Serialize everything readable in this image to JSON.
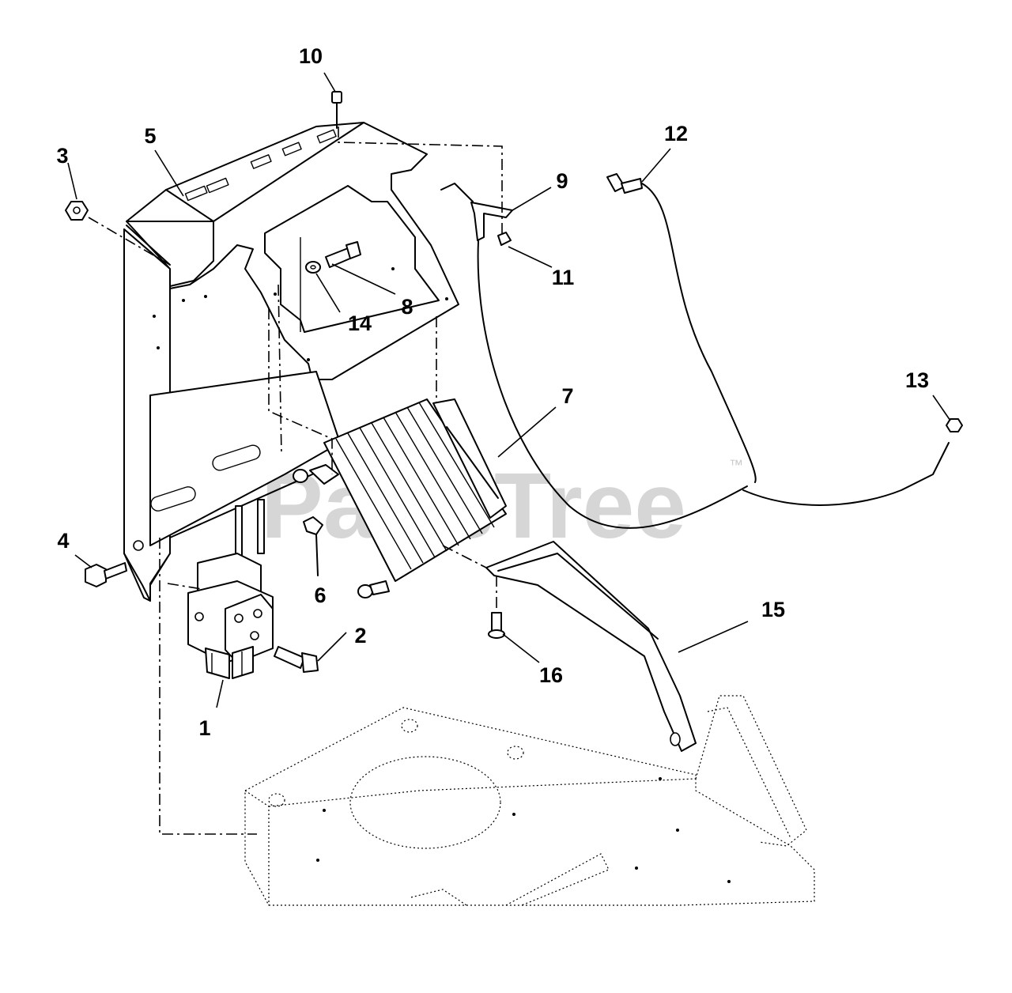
{
  "watermark": {
    "text": "PartsTree",
    "mark": "™"
  },
  "callouts": [
    {
      "id": "1",
      "text": "1"
    },
    {
      "id": "2",
      "text": "2"
    },
    {
      "id": "3",
      "text": "3"
    },
    {
      "id": "4",
      "text": "4"
    },
    {
      "id": "5",
      "text": "5"
    },
    {
      "id": "6",
      "text": "6"
    },
    {
      "id": "7",
      "text": "7"
    },
    {
      "id": "8",
      "text": "8"
    },
    {
      "id": "9",
      "text": "9"
    },
    {
      "id": "10",
      "text": "10"
    },
    {
      "id": "11",
      "text": "11"
    },
    {
      "id": "12",
      "text": "12"
    },
    {
      "id": "13",
      "text": "13"
    },
    {
      "id": "14",
      "text": "14"
    },
    {
      "id": "15",
      "text": "15"
    },
    {
      "id": "16",
      "text": "16"
    }
  ]
}
